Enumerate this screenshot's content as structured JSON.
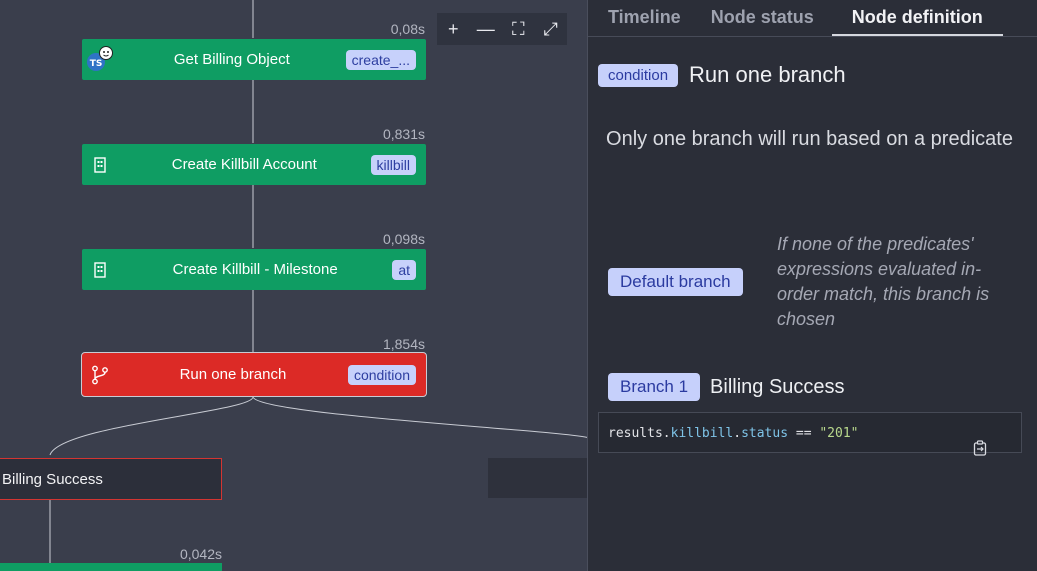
{
  "canvas": {
    "toolbar": {
      "zoom_in": "+",
      "zoom_out": "—",
      "fit": "⛶",
      "fullscreen": "⤢"
    },
    "nodes": [
      {
        "label": "Get Billing Object",
        "badge": "create_...",
        "duration": "0,08s",
        "icon": "typescript-icon",
        "status": "success"
      },
      {
        "label": "Create Killbill Account",
        "badge": "killbill",
        "duration": "0,831s",
        "icon": "building-icon",
        "status": "success"
      },
      {
        "label": "Create Killbill - Milestone",
        "badge": "at",
        "duration": "0,098s",
        "icon": "building-icon",
        "status": "success"
      },
      {
        "label": "Run one branch",
        "badge": "condition",
        "duration": "1,854s",
        "icon": "branch-icon",
        "status": "failure"
      }
    ],
    "branch_node": {
      "label": "Billing Success"
    },
    "bottom_duration": "0,042s",
    "colors": {
      "success": "#0f9d63",
      "failure": "#dc2a26"
    }
  },
  "panel": {
    "tabs": [
      {
        "label": "Timeline"
      },
      {
        "label": "Node status"
      },
      {
        "label": "Node definition"
      }
    ],
    "active_tab": "Node definition",
    "type_badge": "condition",
    "title": "Run one branch",
    "description": "Only one branch will run based on a predicate",
    "default_branch": {
      "label": "Default branch",
      "note": "If none of the predicates' expressions evaluated in-order match, this branch is chosen"
    },
    "branch1": {
      "label": "Branch 1",
      "name": "Billing Success"
    },
    "code": {
      "object": "results",
      "dot1": ".",
      "field1": "killbill",
      "dot2": ".",
      "field2": "status",
      "op": " == ",
      "value": "\"201\""
    }
  }
}
